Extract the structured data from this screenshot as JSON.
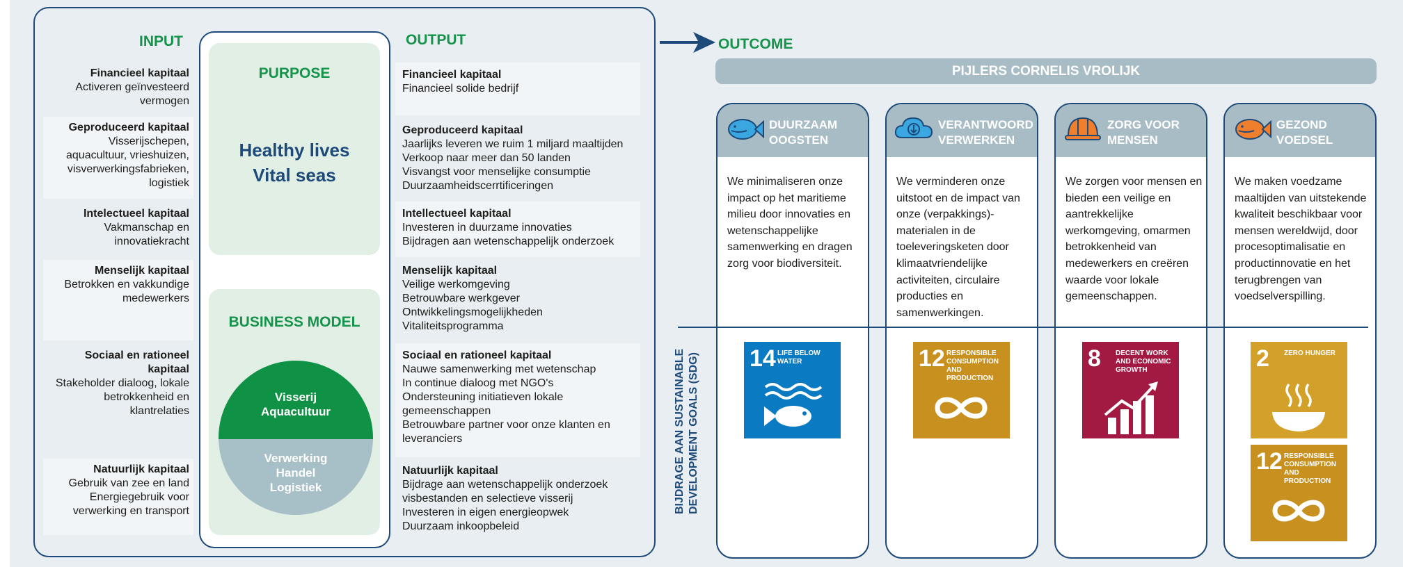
{
  "colors": {
    "green": "#14934a",
    "navy": "#1e4a7a",
    "pillar_grey": "#a7bcc4",
    "sdg14": "#0a7bc2",
    "sdg12": "#c8911f",
    "sdg8": "#a21942",
    "sdg2": "#d3a029"
  },
  "input": {
    "heading": "INPUT",
    "rows": [
      {
        "title": "Financieel kapitaal",
        "lines": [
          "Activeren geïnvesteerd",
          "vermogen"
        ]
      },
      {
        "title": "Geproduceerd kapitaal",
        "lines": [
          "Visserijschepen,",
          "aquacultuur, vrieshuizen,",
          "visverwerkingsfabrieken,",
          "logistiek"
        ]
      },
      {
        "title": "Intelectueel kapitaal",
        "lines": [
          "Vakmanschap en",
          "innovatiekracht"
        ]
      },
      {
        "title": "Menselijk kapitaal",
        "lines": [
          "Betrokken en vakkundige",
          "medewerkers"
        ]
      },
      {
        "title_lines": [
          "Sociaal en rationeel",
          "kapitaal"
        ],
        "lines": [
          "Stakeholder dialoog, lokale",
          "betrokkenheid en",
          "klantrelaties"
        ]
      },
      {
        "title": "Natuurlijk kapitaal",
        "lines": [
          "Gebruik van zee en land",
          "Energiegebruik voor",
          "verwerking en transport"
        ]
      }
    ]
  },
  "output": {
    "heading": "OUTPUT",
    "rows": [
      {
        "title": "Financieel kapitaal",
        "lines": [
          "Financieel solide bedrijf"
        ]
      },
      {
        "title": "Geproduceerd kapitaal",
        "lines": [
          "Jaarlijks leveren we ruim 1 miljard maaltijden",
          "Verkoop naar meer dan 50 landen",
          "Visvangst voor menselijke consumptie",
          "Duurzaamheidscerrtificeringen"
        ]
      },
      {
        "title": "Intellectueel kapitaal",
        "lines": [
          "Investeren in duurzame innovaties",
          "Bijdragen aan wetenschappelijk onderzoek"
        ]
      },
      {
        "title": "Menselijk kapitaal",
        "lines": [
          "Veilige werkomgeving",
          "Betrouwbare werkgever",
          "Ontwikkelingsmogelijkheden",
          "Vitaliteitsprogramma"
        ]
      },
      {
        "title": "Sociaal en rationeel kapitaal",
        "lines": [
          "Nauwe samenwerking met wetenschap",
          "In continue dialoog met NGO's",
          "Ondersteuning initiatieven lokale",
          "gemeenschappen",
          "Betrouwbare partner voor onze klanten en",
          "leveranciers"
        ]
      },
      {
        "title": "Natuurlijk kapitaal",
        "lines": [
          "Bijdrage aan wetenschappelijk onderzoek",
          "visbestanden en selectieve visserij",
          "Investeren in eigen energieopwek",
          "Duurzaam inkoopbeleid"
        ]
      }
    ]
  },
  "purpose": {
    "title": "PURPOSE",
    "line1": "Healthy lives",
    "line2": "Vital seas"
  },
  "business_model": {
    "title": "BUSINESS MODEL",
    "top_line1": "Visserij",
    "top_line2": "Aquacultuur",
    "bottom_line1": "Verwerking",
    "bottom_line2": "Handel",
    "bottom_line3": "Logistiek"
  },
  "outcome": {
    "heading": "OUTCOME",
    "pillars_heading": "PIJLERS CORNELIS VROLIJK",
    "sdg_label_line1": "BIJDRAGE AAN SUSTAINABLE",
    "sdg_label_line2": "DEVELOPMENT GOALS (SDG)",
    "pillars": [
      {
        "icon": "fish-icon",
        "title_line1": "DUURZAAM",
        "title_line2": "OOGSTEN",
        "text": "We minimaliseren onze impact op het maritieme milieu door innovaties en wetenschappelijke samenwerking en dragen zorg voor biodiversiteit.",
        "sdgs": [
          {
            "number": "14",
            "name": "Life below water",
            "color": "#0a7bc2",
            "graphic": "fish-water"
          }
        ]
      },
      {
        "icon": "cloud-download-icon",
        "title_line1": "VERANTWOORD",
        "title_line2": "VERWERKEN",
        "text": "We verminderen onze uitstoot en de impact van onze (verpakkings)-materialen in de toeleveringsketen door klimaatvriendelijke activiteiten, circulaire producties en samenwerkingen.",
        "sdgs": [
          {
            "number": "12",
            "name": "Responsible consumption and production",
            "color": "#c8911f",
            "graphic": "infinity"
          }
        ]
      },
      {
        "icon": "hard-hat-icon",
        "title_line1": "ZORG VOOR",
        "title_line2": "MENSEN",
        "text": "We zorgen voor mensen en bieden een veilige en aantrekkelijke werkomgeving, omarmen betrokkenheid van medewerkers en creëren waarde voor lokale gemeenschappen.",
        "sdgs": [
          {
            "number": "8",
            "name": "Decent work and economic growth",
            "color": "#a21942",
            "graphic": "growth"
          }
        ]
      },
      {
        "icon": "fish-orange-icon",
        "title_line1": "GEZOND",
        "title_line2": "VOEDSEL",
        "text": "We maken voedzame maaltijden van uitstekende kwaliteit beschikbaar voor mensen wereldwijd, door procesoptimalisatie en productinnovatie en het terugbrengen van voedselverspilling.",
        "sdgs": [
          {
            "number": "2",
            "name": "Zero hunger",
            "color": "#d3a029",
            "graphic": "bowl"
          },
          {
            "number": "12",
            "name": "Responsible consumption and production",
            "color": "#c8911f",
            "graphic": "infinity"
          }
        ]
      }
    ]
  }
}
